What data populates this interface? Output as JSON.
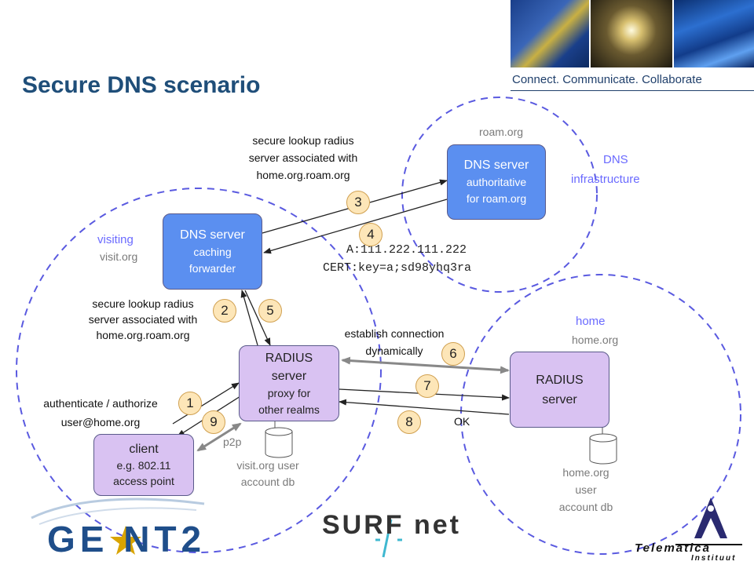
{
  "header": {
    "title": "Secure DNS scenario",
    "tagline": "Connect. Communicate. Collaborate"
  },
  "zones": {
    "visiting": {
      "title": "visiting",
      "domain": "visit.org"
    },
    "dns": {
      "title_line1": "DNS",
      "title_line2": "infrastructure",
      "domain": "roam.org"
    },
    "home": {
      "title": "home",
      "domain": "home.org"
    }
  },
  "nodes": {
    "dns_auth": {
      "line1": "DNS server",
      "line2": "authoritative",
      "line3": "for roam.org"
    },
    "dns_cache": {
      "line1": "DNS server",
      "line2": "caching",
      "line3": "forwarder"
    },
    "radius_proxy": {
      "line1": "RADIUS",
      "line2": "server",
      "line3": "proxy  for",
      "line4": "other realms"
    },
    "radius_home": {
      "line1": "RADIUS",
      "line2": "server"
    },
    "client": {
      "line1": "client",
      "line2": "e.g. 802.11",
      "line3": "access point"
    }
  },
  "labels": {
    "lookup_top": [
      "secure lookup radius",
      "server associated with",
      "home.org.roam.org"
    ],
    "lookup_left": [
      "secure lookup radius",
      "server associated with",
      "home.org.roam.org"
    ],
    "dns_record_a": "A:111.222.111.222",
    "dns_record_cert": "CERT:key=a;sd98yhq3ra",
    "establish": [
      "establish connection",
      "dynamically"
    ],
    "auth": [
      "authenticate / authorize",
      "user@home.org"
    ],
    "ok": "OK",
    "p2p": "p2p",
    "visit_db": [
      "visit.org user",
      "account db"
    ],
    "home_db": [
      "home.org",
      "user",
      "account db"
    ]
  },
  "steps": [
    "1",
    "2",
    "3",
    "4",
    "5",
    "6",
    "7",
    "8",
    "9"
  ],
  "logos": {
    "geant": "GE NT2",
    "surf": "SURF net",
    "telematica": "Telematica",
    "instituut": "Instituut"
  },
  "colors": {
    "title": "#1f4e79",
    "zone_circle": "#5a5ae0",
    "node_blue": "#5b8ff0",
    "node_purple": "#d9c2f2",
    "step_badge": "#fde6b8"
  }
}
